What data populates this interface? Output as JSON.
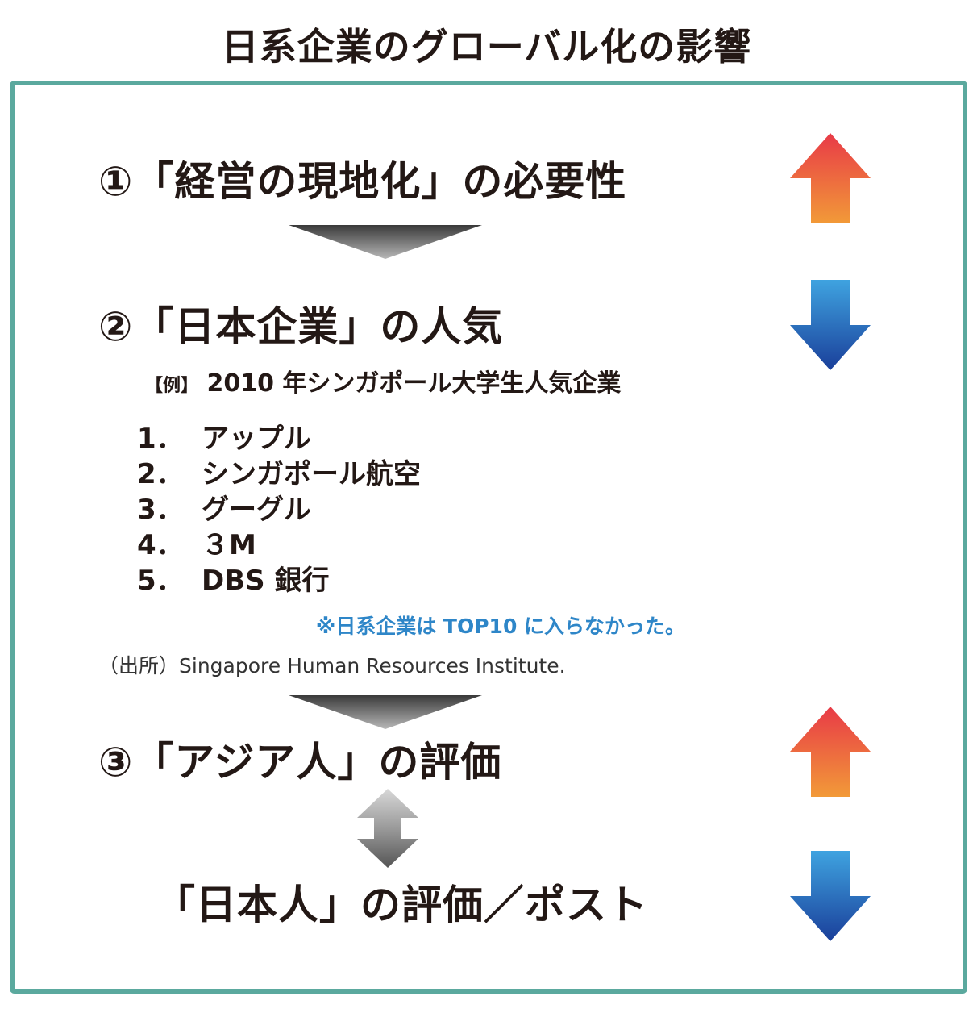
{
  "title": "日系企業のグローバル化の影響",
  "steps": [
    {
      "label": "①「経営の現地化」の必要性",
      "trend": "up"
    },
    {
      "label": "②「日本企業」の人気",
      "trend": "down"
    },
    {
      "label": "③「アジア人」の評価",
      "trend": "up"
    },
    {
      "label": "「日本人」の評価／ポスト",
      "trend": "down"
    }
  ],
  "example": {
    "tag": "【例】",
    "caption": "2010 年シンガポール大学生人気企業",
    "ranking": [
      {
        "rank": "1．",
        "name": "アップル"
      },
      {
        "rank": "2．",
        "name": "シンガポール航空"
      },
      {
        "rank": "3．",
        "name": "グーグル"
      },
      {
        "rank": "4．",
        "name": "３M"
      },
      {
        "rank": "5．",
        "name": "DBS 銀行"
      }
    ],
    "note": "※日系企業は TOP10 に入らなかった。",
    "source": "（出所）Singapore Human Resources Institute."
  },
  "icons": {
    "up": "arrow-up-icon",
    "down": "arrow-down-icon",
    "flow": "triangle-down-icon",
    "swap": "double-arrow-icon"
  },
  "colors": {
    "frame": "#5ba99e",
    "up_top": "#e83a47",
    "up_bottom": "#f29a38",
    "down_top": "#3fa3e0",
    "down_bottom": "#1a3f9a",
    "note": "#2e86c8"
  }
}
